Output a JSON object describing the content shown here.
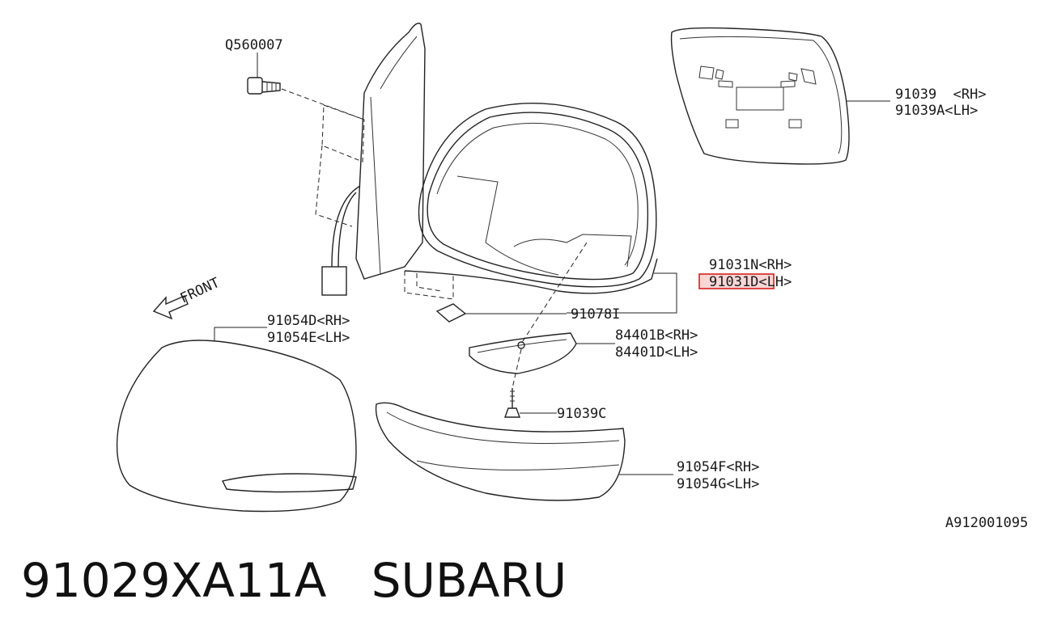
{
  "labels": {
    "bolt": "Q560007",
    "glass_rh": "91039  <RH>",
    "glass_lh": "91039A<LH>",
    "body_rh": "91031N<RH>",
    "body_lh": "91031D<LH>",
    "seal": "91078I",
    "cover_rh": "91054D<RH>",
    "cover_lh": "91054E<LH>",
    "lamp_rh": "84401B<RH>",
    "lamp_lh": "84401D<LH>",
    "screw": "91039C",
    "lower_rh": "91054F<RH>",
    "lower_lh": "91054G<LH>",
    "front": "FRONT",
    "drawing_code": "A912001095"
  },
  "footer": {
    "part_number": "91029XA11A",
    "brand": "SUBARU"
  },
  "colors": {
    "highlight_stroke": "#d42020",
    "highlight_fill": "#f7d6d6",
    "line": "#222222"
  }
}
